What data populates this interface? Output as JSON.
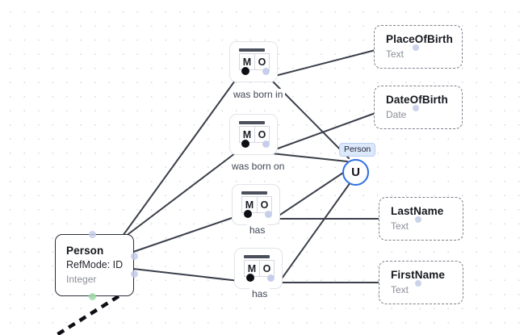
{
  "canvas": {
    "title": "ORM Diagram Canvas",
    "background_color": "#ffffff",
    "grid_dot_color": "#d8d8dd",
    "edge_color": "#3a3f4a",
    "accent_color": "#2f6fe0"
  },
  "entities": [
    {
      "id": "person",
      "name": "Person",
      "refmode": "RefMode: ID",
      "datatype": "Integer",
      "kind": "entity-type"
    }
  ],
  "value_types": [
    {
      "id": "place-of-birth",
      "name": "PlaceOfBirth",
      "datatype": "Text"
    },
    {
      "id": "date-of-birth",
      "name": "DateOfBirth",
      "datatype": "Date"
    },
    {
      "id": "last-name",
      "name": "LastName",
      "datatype": "Text"
    },
    {
      "id": "first-name",
      "name": "FirstName",
      "datatype": "Text"
    }
  ],
  "fact_types": [
    {
      "id": "was-born-in",
      "label": "was born in",
      "role_first": "M",
      "role_second": "O"
    },
    {
      "id": "was-born-on",
      "label": "was born on",
      "role_first": "M",
      "role_second": "O"
    },
    {
      "id": "has-lastname",
      "label": "has",
      "role_first": "M",
      "role_second": "O"
    },
    {
      "id": "has-firstname",
      "label": "has",
      "role_first": "M",
      "role_second": "O"
    }
  ],
  "constraints": [
    {
      "id": "person-uniqueness",
      "symbol": "U",
      "badge": "Person"
    }
  ]
}
